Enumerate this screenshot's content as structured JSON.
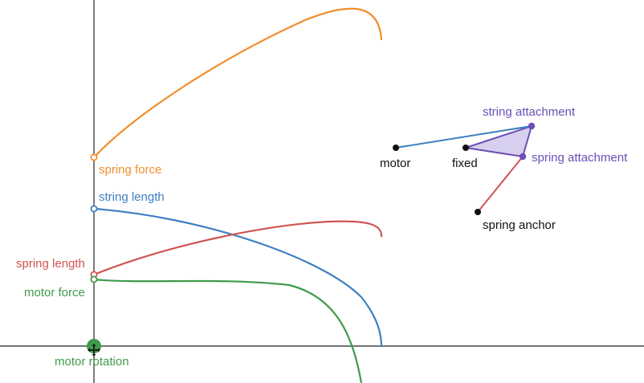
{
  "colors": {
    "orange": "#f28e2b",
    "blue": "#3d7fc2",
    "red": "#cf5451",
    "green": "#3f9a4b",
    "purple": "#6b4fb6",
    "purple_fill": "#d6cfee",
    "black": "#111111",
    "axis": "#222222"
  },
  "graph_labels": {
    "spring_force": "spring force",
    "string_length": "string length",
    "spring_length": "spring length",
    "motor_force": "motor force",
    "motor_rotation": "motor rotation"
  },
  "mechanism_labels": {
    "string_attachment": "string attachment",
    "spring_attachment": "spring attachment",
    "motor": "motor",
    "fixed": "fixed",
    "spring_anchor": "spring anchor"
  },
  "icons": {
    "rotation_handle": "move-icon"
  }
}
